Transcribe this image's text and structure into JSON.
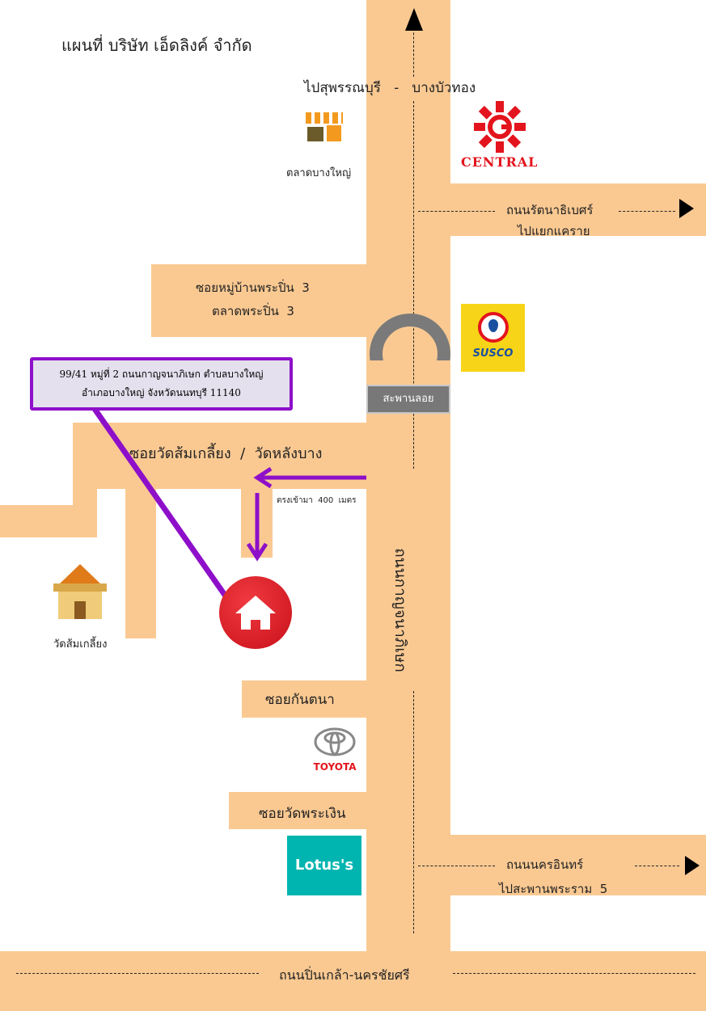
{
  "title": "แผนที่ บริษัท เอ็ดลิงค์ จำกัด",
  "address": {
    "line1": "99/41 หมู่ที่ 2 ถนนกาญจนาภิเษก ตำบลบางใหญ่",
    "line2": "อำเภอบางใหญ่ จังหวัดนนทบุรี 11140"
  },
  "labels": {
    "north": "ไปสุพรรณบุรี   -   บางบัวทอง",
    "market": "ตลาดบางใหญ่",
    "central": "CENTRAL",
    "rattanathibet": "ถนนรัตนาธิเบศร์",
    "to_khae_rai": "ไปแยกแคราย",
    "soi_phra_pin_1": "ซอยหมู่บ้านพระปิ่น  3",
    "soi_phra_pin_2": "ตลาดพระปิ่น  3",
    "susco": "SUSCO",
    "flyover": "สะพานลอย",
    "soi_wat_som": "ซอยวัดส้มเกลี้ยง  /  วัดหลังบาง",
    "distance": "ตรงเข้ามา  400  เมตร",
    "main_road": "ถนนกาญจนาภิเษก",
    "temple": "วัดส้มเกลี้ยง",
    "soi_kantana": "ซอยกันตนา",
    "toyota": "TOYOTA",
    "soi_wat_phra_ngoen": "ซอยวัดพระเงิน",
    "lotus": "Lotus's",
    "nakhon_in": "ถนนนครอินทร์",
    "to_rama5": "ไปสะพานพระราม  5",
    "pinklao": "ถนนปิ่นเกล้า-นครชัยศรี"
  },
  "colors": {
    "road": "#fac992",
    "route": "#8e0fc9",
    "home": "#e3141d",
    "susco": "#f7d417",
    "lotus": "#00b4b0"
  }
}
